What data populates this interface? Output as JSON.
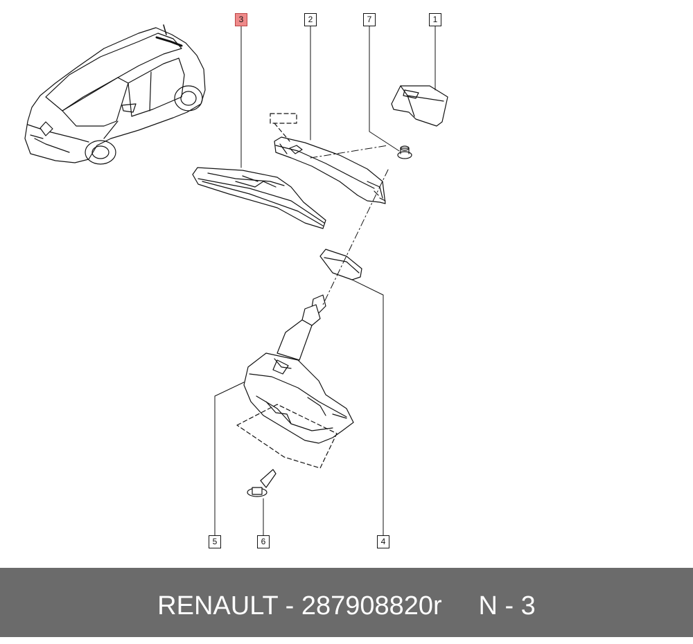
{
  "callouts": [
    {
      "id": "c3",
      "label": "3",
      "highlighted": true
    },
    {
      "id": "c2",
      "label": "2",
      "highlighted": false
    },
    {
      "id": "c7",
      "label": "7",
      "highlighted": false
    },
    {
      "id": "c1",
      "label": "1",
      "highlighted": false
    },
    {
      "id": "c5",
      "label": "5",
      "highlighted": false
    },
    {
      "id": "c6",
      "label": "6",
      "highlighted": false
    },
    {
      "id": "c4",
      "label": "4",
      "highlighted": false
    }
  ],
  "footer": {
    "brand": "RENAULT",
    "separator": "-",
    "part_number": "287908820r",
    "ref": "N - 3"
  },
  "colors": {
    "footer_bg": "#6b6b6b",
    "highlight": "#ee8a8a",
    "line": "#111111"
  }
}
